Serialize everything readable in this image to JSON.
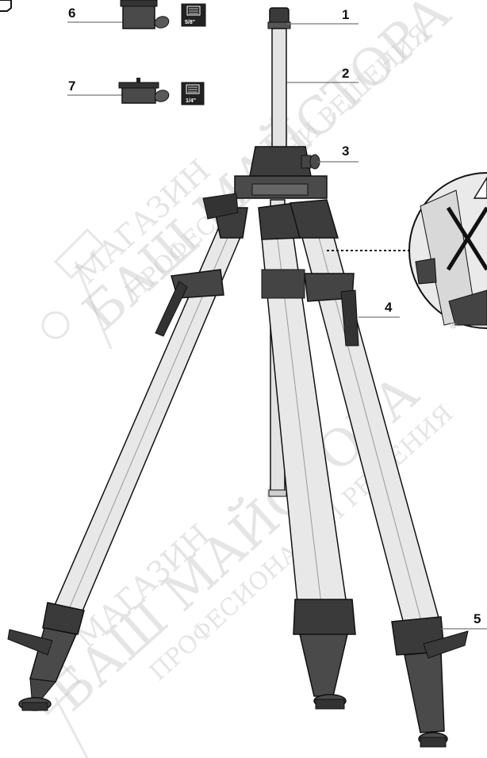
{
  "callouts": [
    {
      "id": "1",
      "label": "1"
    },
    {
      "id": "2",
      "label": "2"
    },
    {
      "id": "3",
      "label": "3"
    },
    {
      "id": "4",
      "label": "4"
    },
    {
      "id": "5",
      "label": "5"
    },
    {
      "id": "6",
      "label": "6"
    },
    {
      "id": "7",
      "label": "7"
    }
  ],
  "adapters": {
    "thread_large": "5/8\"",
    "thread_small": "1/4\""
  },
  "watermark": {
    "line1": "МАГАЗИН",
    "line2": "БАШ МАЙСТОРА",
    "line3": "ПРОФЕСИОНАЛНИ РЕШЕНИЯ"
  },
  "colors": {
    "leg_fill": "#e6e6e6",
    "dark_part": "#3b3b3b",
    "outline": "#1a1a1a",
    "watermark": "#cfcfcf"
  }
}
